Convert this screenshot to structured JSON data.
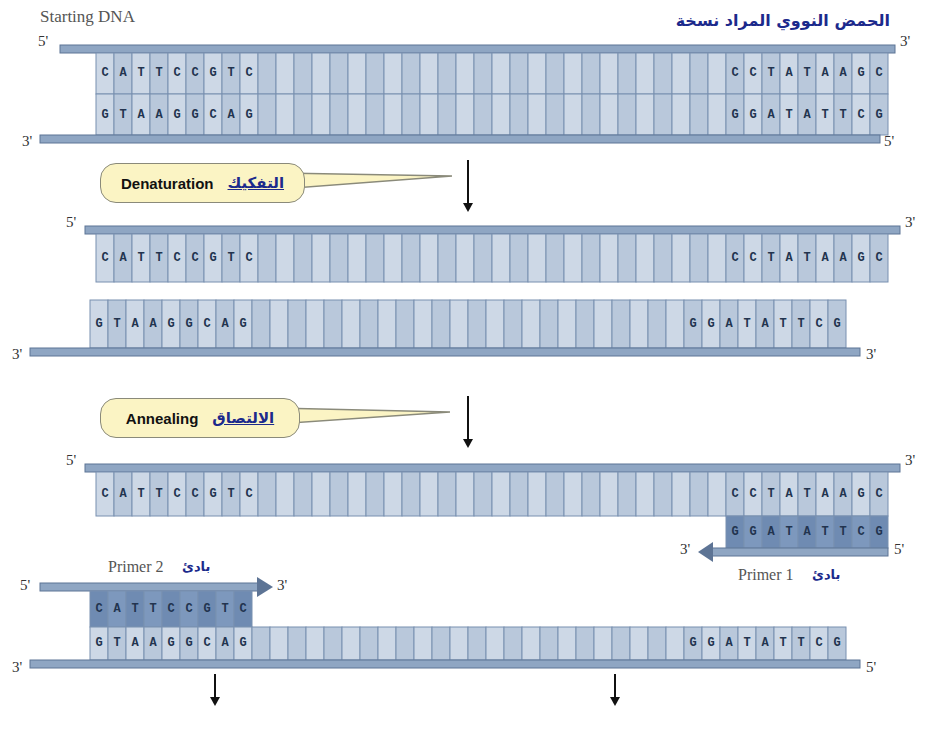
{
  "diagram": {
    "nodes": [
      {
        "text": [
          "Denaturation",
          "التفكيك"
        ]
      },
      {
        "text": [
          "Annealing",
          "الالتصاق"
        ]
      }
    ],
    "labels": [
      "Starting DNA",
      "الحمض النووي المراد نسخة",
      "5'",
      "3'",
      "CATTCCGTC",
      "CCTATAAGC",
      "GTAAGGCAG",
      "GGATATTCG",
      "3'",
      "5'",
      "5'",
      "3'",
      "CATTCCGTC",
      "CCTATAAGC",
      "GTAAGGCAG",
      "GGATATTCG",
      "3'",
      "3'",
      "5'",
      "3'",
      "CATTCCGTC",
      "CCTATAAGC",
      "GGATATTCG",
      "3'",
      "5'",
      "Primer 1",
      "بادئ",
      "Primer 2",
      "بادئ",
      "5'",
      "3'",
      "CATTCCGTC",
      "GTAAGGCAG",
      "GGATATTCG",
      "3'",
      "5'"
    ]
  }
}
